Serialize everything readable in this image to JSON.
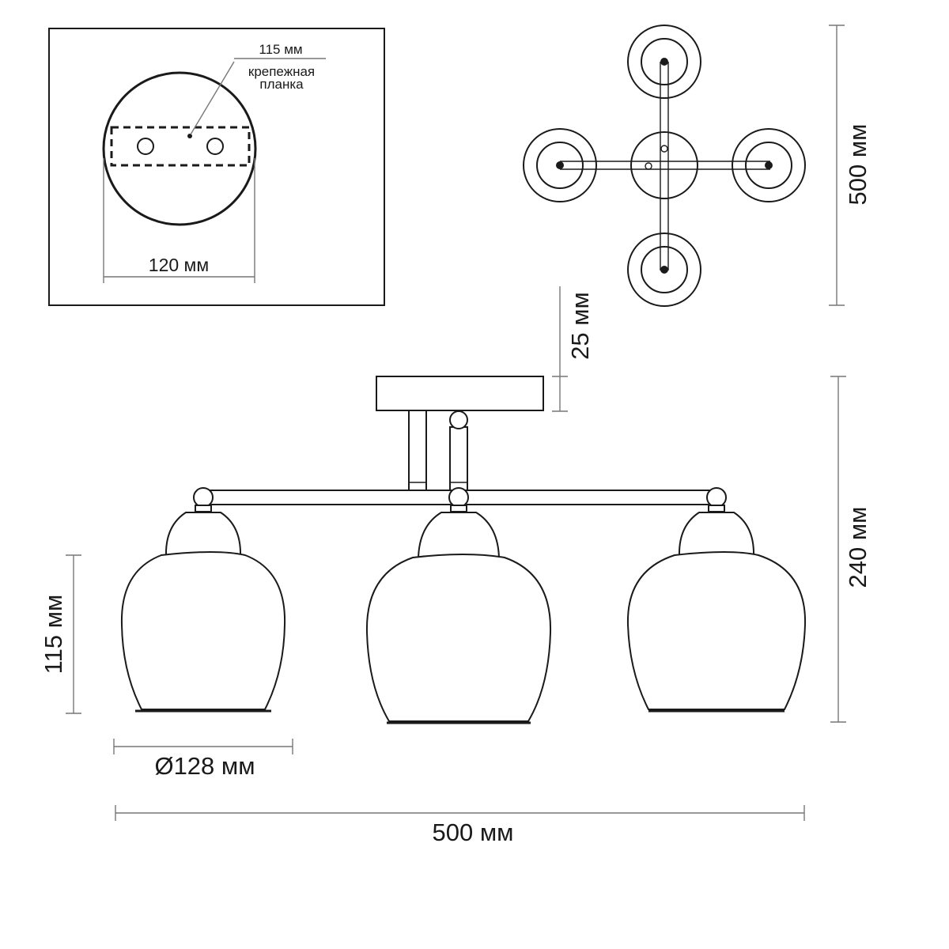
{
  "mounting_plate": {
    "bar_length_label": "115 мм",
    "bar_name_line1": "крепежная",
    "bar_name_line2": "планка",
    "diameter_label": "120 мм"
  },
  "top_view": {
    "span_label": "500 мм"
  },
  "side_view": {
    "canopy_height_label": "25 мм",
    "total_height_label": "240 мм",
    "shade_height_label": "115 мм",
    "shade_diameter_label": "Ø128 мм",
    "total_width_label": "500 мм"
  }
}
